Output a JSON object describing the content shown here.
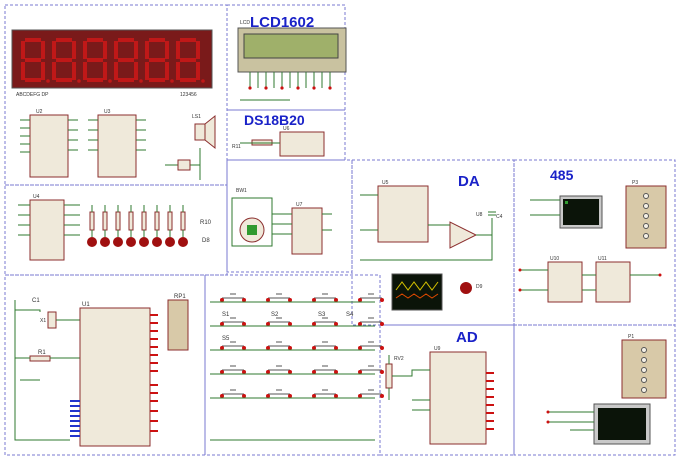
{
  "sections": {
    "lcd": "LCD1602",
    "temp": "DS18B20",
    "da": "DA",
    "rs485": "485",
    "ad": "AD"
  },
  "parts": {
    "led_display_label": "ABCDEFG DP",
    "led_display_digits": "123456",
    "lcd_designator": "LCD",
    "speaker": "LS1",
    "ds_chip": "U6",
    "r11": "R11",
    "bw1": "BW1",
    "u2": "U2",
    "u3": "U3",
    "u4": "U4",
    "u5": "U5",
    "u7": "U7",
    "u8": "U8",
    "u9": "U9",
    "u10": "U10",
    "u11": "U11",
    "r10": "R10",
    "d8": "D8",
    "d9": "D9",
    "c1": "C1",
    "c4": "C4",
    "x1": "X1",
    "r1": "R1",
    "u1": "U1",
    "rp1": "RP1",
    "rv2": "RV2",
    "p1": "P1",
    "p3": "P3",
    "s1": "S1",
    "s2": "S2",
    "s3": "S3",
    "s4": "S4",
    "s5": "S5"
  },
  "colors": {
    "frame": "#7a7ad2",
    "wire": "#2f7a2f",
    "body": "#efe9da",
    "outline": "#8b2e2e",
    "title": "#1a22c8",
    "seg_on": "#c01818",
    "lcd_screen": "#9fb06a",
    "scope_screen": "#0b1409",
    "led_red": "#a01010",
    "pin_red": "#cc1111",
    "pin_blue": "#2233cc"
  }
}
